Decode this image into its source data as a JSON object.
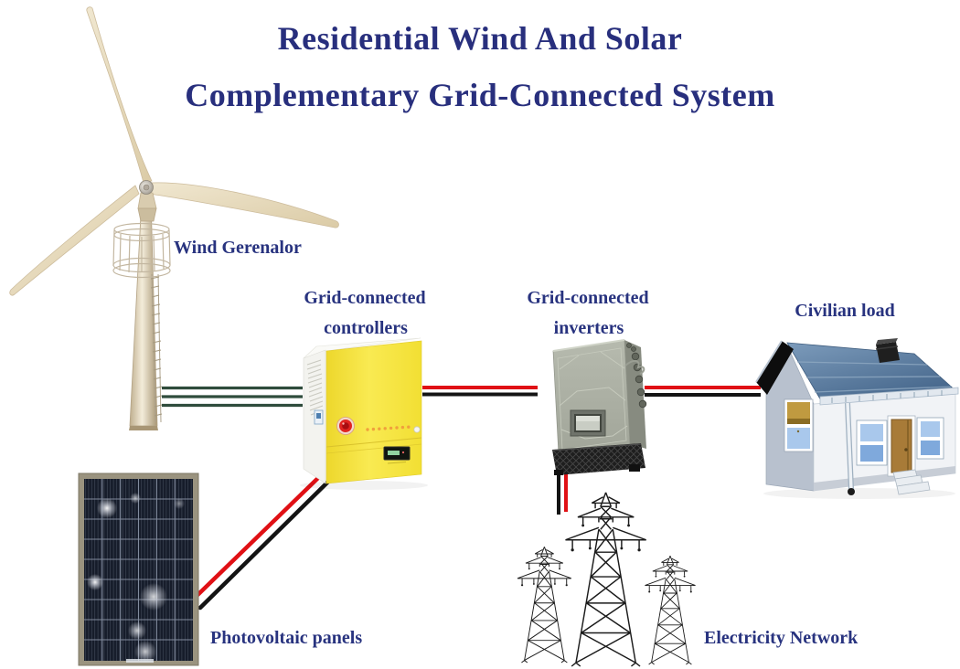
{
  "title": {
    "line1": "Residential Wind And Solar",
    "line2": "Complementary Grid-Connected System"
  },
  "labels": {
    "wind_generator": "Wind Gerenalor",
    "controller_line1": "Grid-connected",
    "controller_line2": "controllers",
    "inverter_line1": "Grid-connected",
    "inverter_line2": "inverters",
    "civilian_load": "Civilian load",
    "photovoltaic_panels": "Photovoltaic panels",
    "electricity_network": "Electricity Network"
  },
  "colors": {
    "background": "#FFFFFF",
    "title_text": "#282F7D",
    "label_text": "#28337F",
    "wire_red": "#E01015",
    "wire_black": "#141414",
    "wire_green": "#2F4C3C",
    "controller_yellow": "#F7E33A",
    "inverter_gray": "#ABAFA4",
    "house_roof_blue": "#5C7FA4",
    "panel_dark": "#161C2A",
    "pylon_black": "#1B1B1B",
    "turbine_cream": "#E9DEC4"
  }
}
